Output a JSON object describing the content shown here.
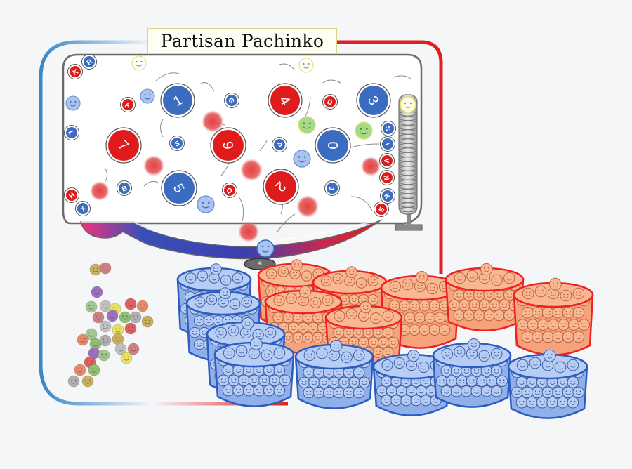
{
  "title": "Partisan Pachinko",
  "colors": {
    "red": "#e01b1b",
    "blue": "#3b6cc0",
    "light_blue": "#a9c4ee",
    "light_red": "#f08c6a",
    "green": "#a8d98a",
    "frame_red": "#e02020",
    "frame_blue": "#3a86c8"
  },
  "big_pegs": [
    {
      "label": "1",
      "party": "blue"
    },
    {
      "label": "4",
      "party": "red"
    },
    {
      "label": "3",
      "party": "blue"
    },
    {
      "label": "7",
      "party": "red"
    },
    {
      "label": "9",
      "party": "red"
    },
    {
      "label": "0",
      "party": "blue"
    },
    {
      "label": "5",
      "party": "blue"
    },
    {
      "label": "2",
      "party": "red"
    }
  ],
  "small_pegs": [
    {
      "label": "K",
      "party": "red"
    },
    {
      "label": "R",
      "party": "blue"
    },
    {
      "label": "A",
      "party": "red"
    },
    {
      "label": "G",
      "party": "blue"
    },
    {
      "label": "D",
      "party": "red"
    },
    {
      "label": "L",
      "party": "blue"
    },
    {
      "label": "S",
      "party": "blue"
    },
    {
      "label": "P",
      "party": "blue"
    },
    {
      "label": "S",
      "party": "blue"
    },
    {
      "label": "I",
      "party": "blue"
    },
    {
      "label": "V",
      "party": "red"
    },
    {
      "label": "N",
      "party": "red"
    },
    {
      "label": "H",
      "party": "red"
    },
    {
      "label": "B",
      "party": "blue"
    },
    {
      "label": "Q",
      "party": "red"
    },
    {
      "label": "J",
      "party": "blue"
    },
    {
      "label": "K",
      "party": "blue"
    },
    {
      "label": "X",
      "party": "blue"
    },
    {
      "label": "E",
      "party": "red"
    }
  ],
  "drain_label": "*"
}
